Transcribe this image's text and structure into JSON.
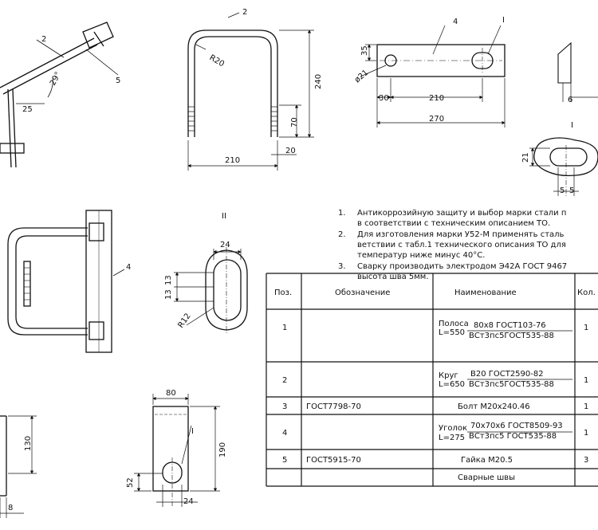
{
  "labels": {
    "view_II": "II",
    "view_I": "I",
    "callout_I": "I",
    "callout_2a": "2",
    "callout_2b": "2",
    "callout_4a": "4",
    "callout_4b": "4",
    "callout_5": "5",
    "callout_Ib": "I"
  },
  "dims": {
    "angle": "29°",
    "d25": "25",
    "r20": "R20",
    "d240": "240",
    "d70": "70",
    "d20": "20",
    "d210a": "210",
    "d35": "35",
    "d21a": "ø21",
    "d30": "30",
    "d210b": "210",
    "d270": "270",
    "d6": "6",
    "d21b": "21",
    "d5a": "5",
    "d5b": "5",
    "d24a": "24",
    "d13a": "13",
    "d13b": "13",
    "r12": "R12",
    "d80": "80",
    "d190": "190",
    "d52": "52",
    "d24b": "24",
    "d130": "130",
    "d8": "8"
  },
  "notes": [
    {
      "num": "1.",
      "lines": [
        "Антикоррозийную защиту и выбор марки стали п",
        "в соответствии с техническим описанием ТО."
      ]
    },
    {
      "num": "2.",
      "lines": [
        "Для изготовления марки У52-М применять сталь",
        "ветствии с табл.1 технического описания ТО для",
        "температур ниже минус 40°С."
      ]
    },
    {
      "num": "3.",
      "lines": [
        "Сварку производить электродом Э42А ГОСТ 9467",
        "высота шва 5мм."
      ]
    }
  ],
  "table": {
    "headers": [
      "Поз.",
      "Обозначение",
      "Наименование",
      "Кол."
    ],
    "rows": [
      {
        "pos": "1",
        "designation": "",
        "name_prefix": "Полоса",
        "name_suffix": "L=550",
        "name_top": "80х8 ГОСТ103-76",
        "name_bottom": "ВСт3пс5ГОСТ535-88",
        "qty": "1"
      },
      {
        "pos": "2",
        "designation": "",
        "name_prefix": "Круг",
        "name_suffix": "L=650",
        "name_top": "В20 ГОСТ2590-82",
        "name_bottom": "ВСт3пс5ГОСТ535-88",
        "qty": "1"
      },
      {
        "pos": "3",
        "designation": "ГОСТ7798-70",
        "name": "Болт М20х240.46",
        "qty": "1"
      },
      {
        "pos": "4",
        "designation": "",
        "name_prefix": "Уголок",
        "name_suffix": "L=275",
        "name_top": "70х70х6 ГОСТ8509-93",
        "name_bottom": "ВСт3пс5 ГОСТ535-88",
        "qty": "1"
      },
      {
        "pos": "5",
        "designation": "ГОСТ5915-70",
        "name": "Гайка М20.5",
        "qty": "3"
      },
      {
        "pos": "",
        "designation": "",
        "name": "Сварные швы",
        "qty": ""
      }
    ]
  }
}
